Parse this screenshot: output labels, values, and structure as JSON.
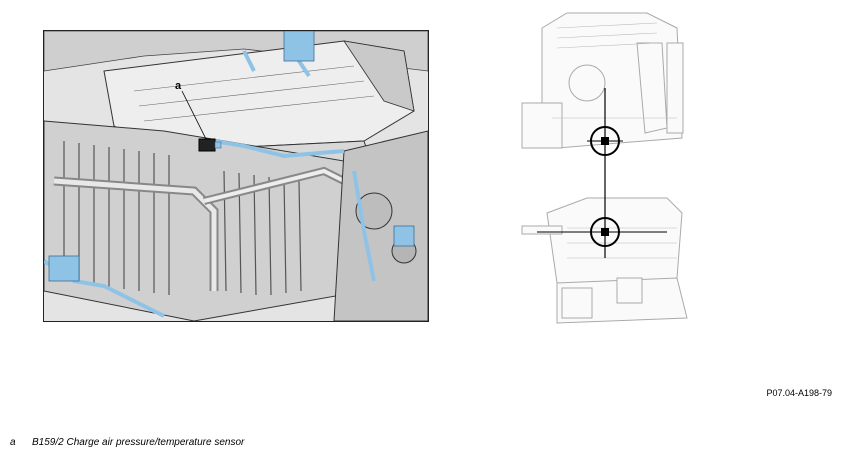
{
  "callout": {
    "letter": "a"
  },
  "reference_code": "P07.04-A198-79",
  "legend": [
    {
      "key": "a",
      "text": "B159/2 Charge air pressure/temperature sensor"
    }
  ],
  "colors": {
    "highlight_blue": "#8fc3e6",
    "engine_gray": "#d2d2d2",
    "line_dark": "#333333"
  }
}
